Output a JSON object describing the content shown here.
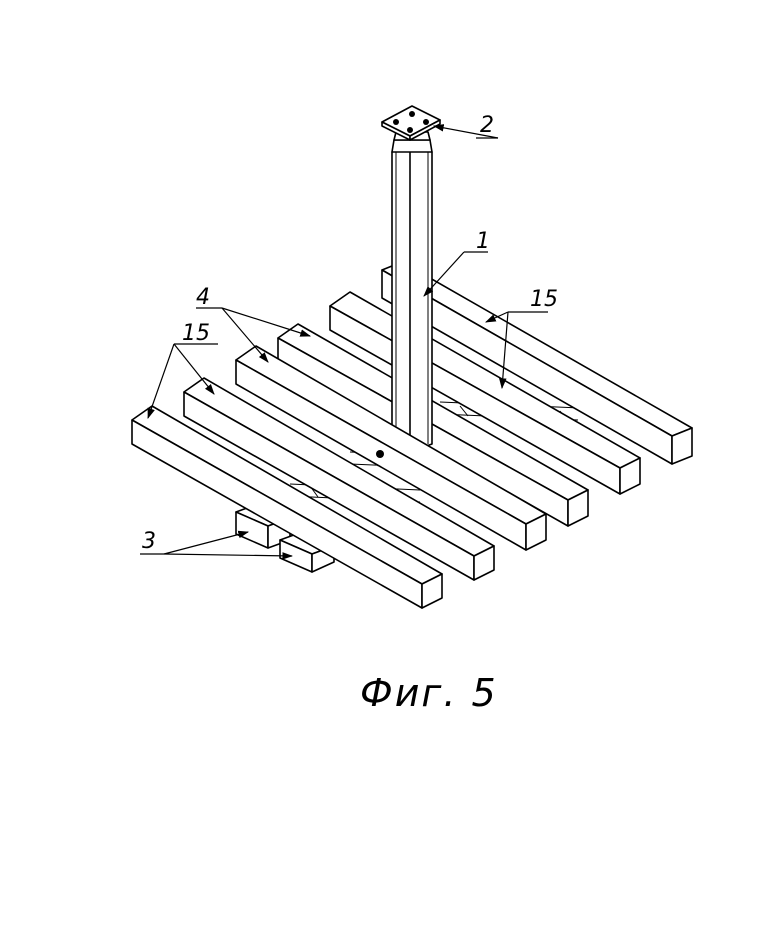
{
  "labels": {
    "post": "1",
    "plate": "2",
    "supports": "3",
    "beams": "4",
    "beams_right": "15",
    "beams_left": "15"
  },
  "caption": "Фиг. 5"
}
